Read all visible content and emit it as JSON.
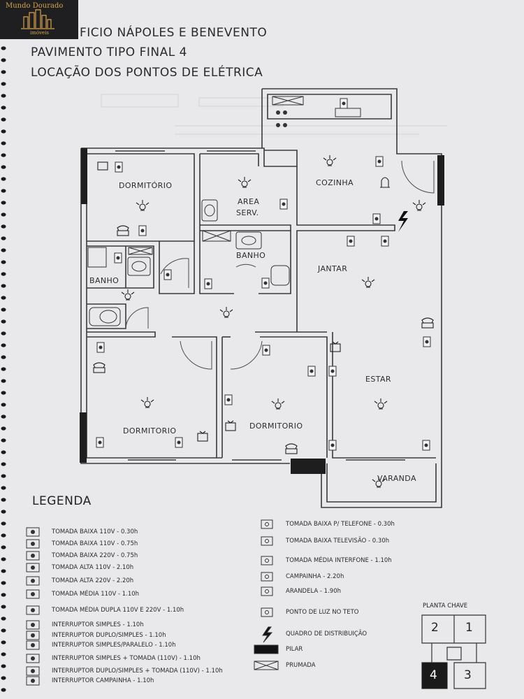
{
  "logo": {
    "name": "Mundo Dourado",
    "sub": "imóveis"
  },
  "title": {
    "line1": "FICIO NÁPOLES E BENEVENTO",
    "line2": "PAVIMENTO TIPO FINAL 4",
    "line3": "LOCAÇÃO DOS PONTOS DE ELÉTRICA"
  },
  "rooms": {
    "dormitorio_top": "DORMITÓRIO",
    "area_serv_1": "AREA",
    "area_serv_2": "SERV.",
    "cozinha": "COZINHA",
    "banho_center": "BANHO",
    "banho_left": "BANHO",
    "jantar": "JANTAR",
    "estar": "ESTAR",
    "dormitorio_bottom_left": "DORMITORIO",
    "dormitorio_bottom_mid": "DORMITORIO",
    "varanda": "VARANDA"
  },
  "legend": {
    "title": "LEGENDA",
    "left": [
      "TOMADA BAIXA 110V - 0.30h",
      "TOMADA BAIXA 110V - 0.75h",
      "TOMADA BAIXA 220V - 0.75h",
      "TOMADA ALTA 110V - 2.10h",
      "TOMADA ALTA 220V - 2.20h",
      "TOMADA MÉDIA 110V - 1.10h",
      "TOMADA MÉDIA DUPLA 110V E 220V - 1.10h",
      "INTERRUPTOR SIMPLES  - 1.10h",
      "INTERRUPTOR DUPLO/SIMPLES - 1.10h",
      "INTERRUPTOR SIMPLES/PARALELO - 1.10h",
      "INTERRUPTOR SIMPLES + TOMADA (110V) - 1.10h",
      "INTERRUPTOR DUPLO/SIMPLES + TOMADA (110V) - 1.10h",
      "INTERRUPTOR CAMPAINHA - 1.10h"
    ],
    "right": [
      "TOMADA BAIXA P/ TELEFONE - 0.30h",
      "TOMADA BAIXA TELEVISÃO - 0.30h",
      "TOMADA MÉDIA INTERFONE - 1.10h",
      "CAMPAINHA - 2.20h",
      "ARANDELA - 1.90h",
      "PONTO DE LUZ NO TETO",
      "QUADRO DE DISTRIBUIÇÃO",
      "PILAR",
      "PRUMADA"
    ]
  },
  "planta_chave": {
    "label": "PLANTA CHAVE",
    "n1": "2",
    "n2": "1",
    "n3": "4",
    "n4": "3"
  }
}
